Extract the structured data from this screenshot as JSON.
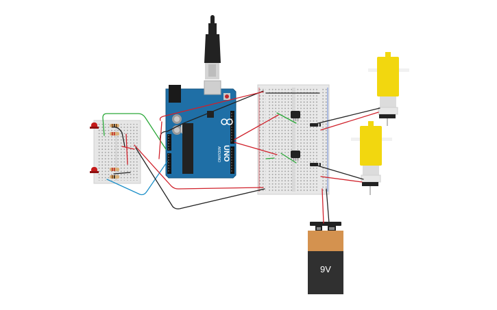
{
  "arduino": {
    "brand": "ARDUINO",
    "model": "UNO"
  },
  "battery": {
    "label": "9V"
  },
  "colors": {
    "board": "#1f6fa6",
    "breadboard": "#e8e8e8",
    "motor": "#f2d70f",
    "battery_top": "#d4924f",
    "battery_body": "#303030",
    "wire_red": "#d0202a",
    "wire_black": "#222222",
    "wire_green": "#2aa838",
    "wire_blue": "#1c8fc8"
  }
}
